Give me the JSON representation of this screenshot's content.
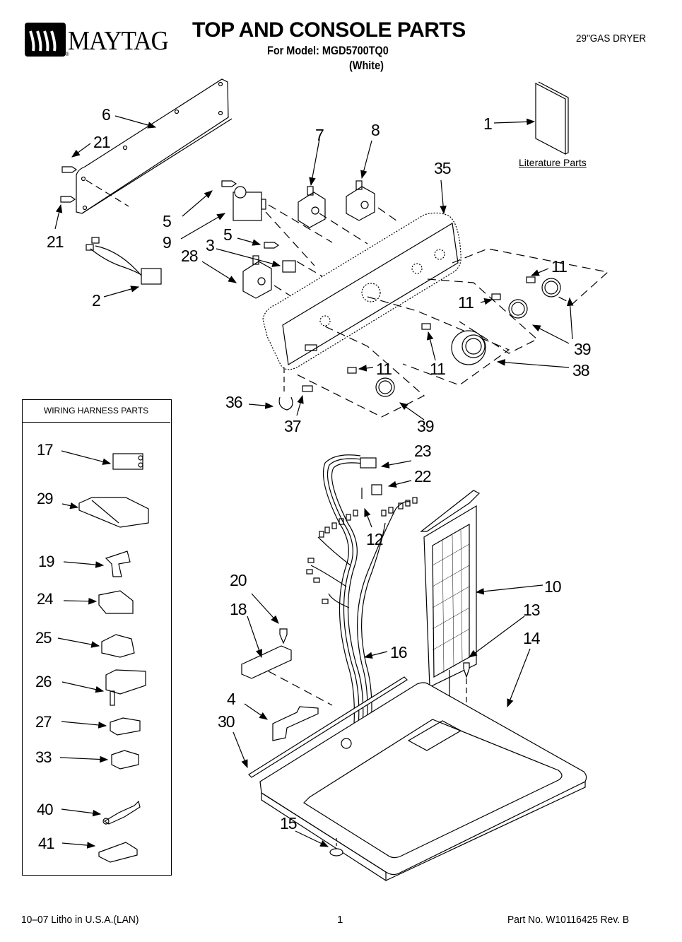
{
  "header": {
    "brand": "MAYTAG",
    "brand_mark": "®",
    "title": "TOP AND CONSOLE PARTS",
    "model_line": "For Model: MGD5700TQ0",
    "color_line": "(White)",
    "product": "29\"GAS DRYER"
  },
  "literature": {
    "label": "Literature Parts",
    "callout": "1"
  },
  "callouts": {
    "c6": "6",
    "c21a": "21",
    "c21b": "21",
    "c5a": "5",
    "c9": "9",
    "c5b": "5",
    "c3": "3",
    "c28": "28",
    "c2": "2",
    "c7": "7",
    "c8": "8",
    "c35": "35",
    "c11a": "11",
    "c11b": "11",
    "c11c": "11",
    "c11d": "11",
    "c39a": "39",
    "c38": "38",
    "c39b": "39",
    "c36": "36",
    "c37": "37",
    "c23": "23",
    "c22": "22",
    "c12": "12",
    "c10": "10",
    "c13": "13",
    "c14": "14",
    "c20": "20",
    "c18": "18",
    "c16": "16",
    "c4": "4",
    "c30": "30",
    "c15": "15"
  },
  "harness": {
    "header": "WIRING HARNESS PARTS",
    "items": [
      {
        "callout": "17",
        "icon": "connector-housing-icon"
      },
      {
        "callout": "29",
        "icon": "multi-pin-connector-icon"
      },
      {
        "callout": "19",
        "icon": "wire-clip-icon"
      },
      {
        "callout": "24",
        "icon": "connector-icon"
      },
      {
        "callout": "25",
        "icon": "connector-icon"
      },
      {
        "callout": "26",
        "icon": "connector-icon"
      },
      {
        "callout": "27",
        "icon": "connector-icon"
      },
      {
        "callout": "33",
        "icon": "connector-icon"
      },
      {
        "callout": "40",
        "icon": "terminal-icon"
      },
      {
        "callout": "41",
        "icon": "connector-icon"
      }
    ]
  },
  "footer": {
    "left": "10–07 Litho in U.S.A.(LAN)",
    "page": "1",
    "right": "Part No. W10116425 Rev. B"
  }
}
